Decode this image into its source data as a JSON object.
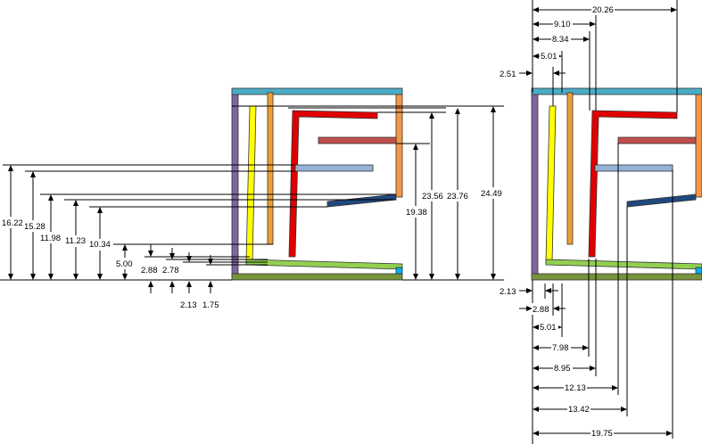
{
  "left_view": {
    "vertical_dims": [
      "16.22",
      "15.28",
      "11.98",
      "11.23",
      "10.34",
      "5.00",
      "2.88",
      "2.78",
      "2.13",
      "1.75"
    ],
    "right_vertical_dims": [
      "19.38",
      "23.56",
      "23.76",
      "24.49"
    ]
  },
  "right_view": {
    "top_dims": [
      "20.26",
      "9.10",
      "8.34",
      "5.01",
      "2.51"
    ],
    "bottom_dims": [
      "2.13",
      "2.88",
      "5.01",
      "7.98",
      "8.95",
      "12.13",
      "13.42",
      "19.75"
    ]
  },
  "colors": {
    "top_plate": "#4bacc6",
    "base_plate": "#77933c",
    "left_wall": "#8064a2",
    "right_wall": "#f79646",
    "yellow": "#ffff00",
    "orange": "#f0a030",
    "red": "#e00000",
    "salmon": "#c0504d",
    "light_blue": "#95b3d7",
    "navy": "#1f497d",
    "green": "#92d050",
    "cyan": "#00b0f0"
  }
}
